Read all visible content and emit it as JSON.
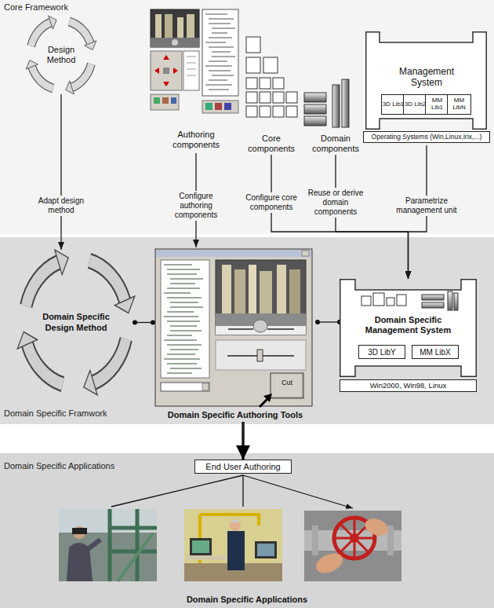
{
  "diagram": {
    "caption": "Domain Specific Applications",
    "nodes": [
      {
        "text": [
          "Core Framework"
        ]
      },
      {
        "text": [
          "Design Method"
        ],
        "in": 0
      },
      {
        "text": [
          "Authoring components"
        ],
        "in": 0
      },
      {
        "text": [
          "Core components"
        ],
        "in": 0
      },
      {
        "text": [
          "Domain components"
        ],
        "in": 0
      },
      {
        "text": [
          "Management System"
        ],
        "in": 0
      },
      {
        "text": [
          "3D Lib1"
        ],
        "in": 5
      },
      {
        "text": [
          "3D Lib2"
        ],
        "in": 5
      },
      {
        "text": [
          "MM Lib1"
        ],
        "in": 5
      },
      {
        "text": [
          "MM LibN"
        ],
        "in": 5
      },
      {
        "text": [
          "Operating Systems (Win,Linux,Irix,...)"
        ],
        "in": 5
      },
      {
        "text": [
          "Domain Specific Framwork"
        ]
      },
      {
        "text": [
          "Domain Specific Design Method"
        ],
        "in": 11
      },
      {
        "text": [
          "Domain Specific Authoring Tools"
        ],
        "in": 11
      },
      {
        "text": [
          "Domain Specific Management System"
        ],
        "in": 11
      },
      {
        "text": [
          "3D LibY"
        ],
        "in": 14
      },
      {
        "text": [
          "MM LibX"
        ],
        "in": 14
      },
      {
        "text": [
          "Win2000, Win98, Linux"
        ],
        "in": 14
      },
      {
        "text": [
          "Domain Specific Applications"
        ]
      },
      {
        "text": [
          "End User Authoring"
        ],
        "in": 18
      }
    ],
    "edges": [
      {
        "from": 1,
        "to": 12,
        "arrow": "to",
        "label": "Adapt design method"
      },
      {
        "from": 2,
        "to": 13,
        "arrow": "to",
        "label": "Configure authoring components"
      },
      {
        "from": 3,
        "to": 14,
        "arrow": "to",
        "label": "Configure core components"
      },
      {
        "from": 4,
        "to": 14,
        "arrow": "to",
        "label": "Reuse or derive domain components"
      },
      {
        "from": 5,
        "to": 14,
        "arrow": "to",
        "label": "Parametrize management unit"
      },
      {
        "from": 12,
        "to": 13,
        "arrow": "none"
      },
      {
        "from": 13,
        "to": 14,
        "arrow": "none"
      },
      {
        "from": 13,
        "to": 19,
        "arrow": "to"
      }
    ],
    "labels": [
      "Cut"
    ]
  }
}
